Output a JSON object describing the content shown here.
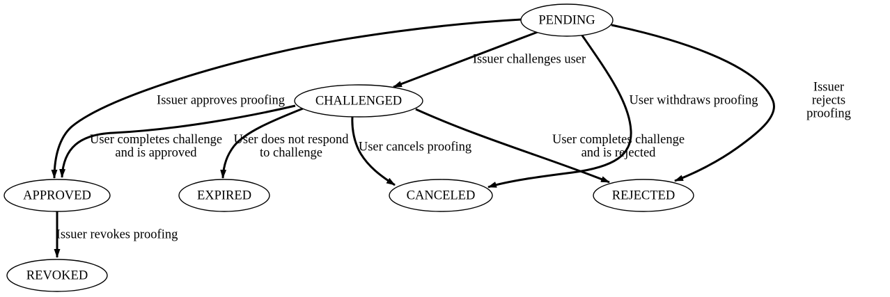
{
  "diagram": {
    "background_color": "#ffffff",
    "stroke_color": "#000000",
    "text_color": "#000000",
    "nodes": [
      {
        "id": "pending",
        "label": "PENDING"
      },
      {
        "id": "challenged",
        "label": "CHALLENGED"
      },
      {
        "id": "approved",
        "label": "APPROVED"
      },
      {
        "id": "expired",
        "label": "EXPIRED"
      },
      {
        "id": "canceled",
        "label": "CANCELED"
      },
      {
        "id": "rejected",
        "label": "REJECTED"
      },
      {
        "id": "revoked",
        "label": "REVOKED"
      }
    ],
    "edges": [
      {
        "from": "PENDING",
        "to": "CHALLENGED",
        "label": "Issuer challenges user"
      },
      {
        "from": "PENDING",
        "to": "APPROVED",
        "label": "Issuer approves proofing"
      },
      {
        "from": "PENDING",
        "to": "CANCELED",
        "label": "User withdraws proofing"
      },
      {
        "from": "PENDING",
        "to": "REJECTED",
        "label": "Issuer rejects proofing"
      },
      {
        "from": "CHALLENGED",
        "to": "APPROVED",
        "label": "User completes challenge\nand is approved"
      },
      {
        "from": "CHALLENGED",
        "to": "EXPIRED",
        "label": "User does not respond\nto challenge"
      },
      {
        "from": "CHALLENGED",
        "to": "CANCELED",
        "label": "User cancels proofing"
      },
      {
        "from": "CHALLENGED",
        "to": "REJECTED",
        "label": "User completes challenge\nand is rejected"
      },
      {
        "from": "APPROVED",
        "to": "REVOKED",
        "label": "Issuer revokes proofing"
      }
    ]
  }
}
